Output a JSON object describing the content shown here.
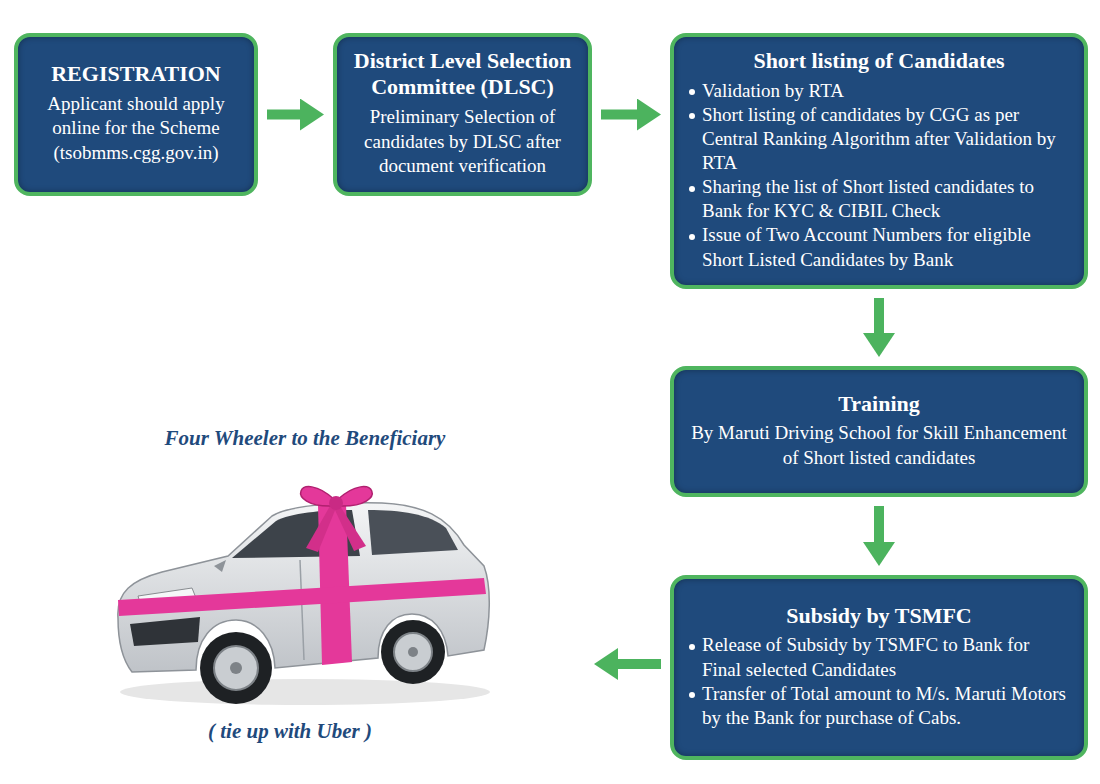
{
  "diagram": {
    "nodes": [
      {
        "text": [
          "REGISTRATION",
          "Applicant should apply online for the Scheme (tsobmms.cgg.gov.in)"
        ]
      },
      {
        "text": [
          "District Level Selection Committee (DLSC)",
          "Preliminary Selection of candidates by DLSC after document verification"
        ]
      },
      {
        "text": [
          "Short listing of Candidates",
          "Validation by RTA",
          "Short listing of candidates by CGG as per Central Ranking Algorithm after Validation by RTA",
          "Sharing the list of Short listed candidates to Bank for KYC & CIBIL Check",
          "Issue of Two Account Numbers for eligible Short Listed Candidates by Bank"
        ]
      },
      {
        "text": [
          "Training",
          "By Maruti Driving School for Skill Enhancement of Short listed candidates"
        ]
      },
      {
        "text": [
          "Subsidy by TSMFC",
          "Release of Subsidy by TSMFC to Bank for Final selected Candidates",
          "Transfer of Total amount to M/s. Maruti Motors by the Bank for purchase of Cabs."
        ]
      },
      {
        "text": [
          "Four Wheeler to the Beneficiary",
          "( tie up with Uber )"
        ]
      }
    ],
    "edges": [
      {
        "from": 0,
        "to": 1,
        "arrow": "to"
      },
      {
        "from": 1,
        "to": 2,
        "arrow": "to"
      },
      {
        "from": 2,
        "to": 3,
        "arrow": "to"
      },
      {
        "from": 3,
        "to": 4,
        "arrow": "to"
      },
      {
        "from": 4,
        "to": 5,
        "arrow": "to"
      }
    ]
  }
}
